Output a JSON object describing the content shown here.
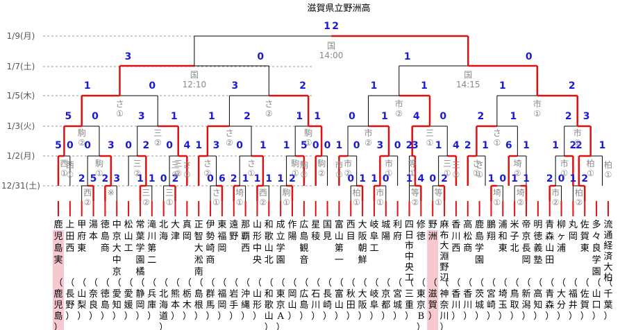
{
  "title": "滋賀県立野洲高",
  "colors": {
    "win": "#e01010",
    "line": "#000000",
    "score": "#1a1ad6",
    "highlight": "#f6c8d0",
    "dash": "#9a9a9a"
  },
  "dates": [
    "1/9(月)",
    "1/7(土)",
    "1/5(木)",
    "1/3(火)",
    "1/2(月)",
    "12/31(土)"
  ],
  "final": {
    "score": [
      "1",
      "2"
    ],
    "venue": "国",
    "time": "14:00"
  },
  "semis": [
    {
      "score": [
        "3",
        "0"
      ],
      "venue": "国",
      "time": "12:10"
    },
    {
      "score": [
        "1",
        "0"
      ],
      "venue": "国",
      "time": "14:15"
    }
  ],
  "quarters": [
    {
      "score": [
        "1",
        "0"
      ],
      "venue": "さ",
      "num": "①"
    },
    {
      "score": [
        "3",
        "2"
      ],
      "venue": "さ",
      "num": "②"
    },
    {
      "score": [
        "1",
        "1"
      ],
      "venue": "市",
      "num": "②"
    },
    {
      "score": [
        "1",
        "2"
      ],
      "venue": "市",
      "num": "①"
    }
  ],
  "r16": [
    {
      "score": [
        "5",
        "0"
      ],
      "venue": "駒",
      "num": "②"
    },
    {
      "score": [
        "3",
        "1"
      ],
      "venue": "三",
      "num": "②"
    },
    {
      "score": [
        "1",
        "2"
      ],
      "venue": "さ",
      "num": "②"
    },
    {
      "score": [
        "1",
        "1"
      ],
      "venue": "駒",
      "num": "①"
    },
    {
      "score": [
        "0",
        "1"
      ],
      "venue": "市",
      "num": "②"
    },
    {
      "score": [
        "4",
        "0"
      ],
      "venue": "三",
      "num": "①"
    },
    {
      "score": [
        "2",
        "1"
      ],
      "venue": "さ",
      "num": "①"
    },
    {
      "score": [
        "2",
        "3"
      ],
      "venue": "市",
      "num": "①"
    }
  ],
  "r2": [
    {
      "score": [
        "5",
        "0"
      ],
      "venue": "西",
      "num": "①"
    },
    {
      "score": [
        "0",
        "3"
      ],
      "venue": "駒",
      "num": "①"
    },
    {
      "score": [
        "0",
        "2"
      ],
      "venue": "三",
      "num": "②"
    },
    {
      "score": [
        "0",
        "4"
      ],
      "venue": "三",
      "num": "②"
    },
    {
      "score": [
        "1",
        "3"
      ],
      "venue": "さ",
      "num": "②"
    },
    {
      "score": [
        "0",
        "1"
      ],
      "venue": "さ",
      "num": "①"
    },
    {
      "score": [
        "1",
        "5"
      ],
      "venue": "駒",
      "num": "①"
    },
    {
      "score": [
        "0",
        "0"
      ],
      "venue": "駒",
      "num": "②"
    },
    {
      "score": [
        "1",
        "0"
      ],
      "venue": "市",
      "num": "②"
    },
    {
      "score": [
        "3",
        "0"
      ],
      "venue": "市",
      "num": "①"
    },
    {
      "score": [
        "2",
        "3"
      ],
      "venue": "等",
      "num": "①"
    },
    {
      "score": [
        "1",
        "4"
      ],
      "venue": "三",
      "num": "①"
    },
    {
      "score": [
        "2",
        "1"
      ],
      "venue": "さ",
      "num": "①"
    },
    {
      "score": [
        "6",
        "1"
      ],
      "venue": "埼",
      "num": "②"
    },
    {
      "score": [
        "1",
        "2"
      ],
      "venue": "市",
      "num": "①"
    },
    {
      "score": [
        "2",
        "1"
      ],
      "venue": "柏",
      "num": "①"
    }
  ],
  "r1": [
    {
      "score": [
        "2",
        "5"
      ],
      "venue": "西",
      "num": "②"
    },
    {
      "score": [
        "2",
        "3"
      ],
      "venue": "※",
      "num": ""
    },
    {
      "score": [
        "1",
        "1"
      ],
      "venue": "三",
      "num": "②"
    },
    {
      "score": [
        "0",
        "2"
      ],
      "venue": "三",
      "num": "①"
    },
    {
      "score": [
        "0",
        "6"
      ],
      "venue": "さ",
      "num": "①"
    },
    {
      "score": [
        "2",
        "1"
      ],
      "venue": "埼",
      "num": "①"
    },
    {
      "score": [
        "1",
        "1"
      ],
      "venue": "西",
      "num": "②"
    },
    {
      "score": [
        "1",
        "2"
      ],
      "venue": "駒",
      "num": "①"
    },
    {
      "score": [
        "0",
        "1"
      ],
      "venue": "柏",
      "num": "①"
    },
    {
      "score": [
        "1",
        "0"
      ],
      "venue": "市",
      "num": "①"
    },
    {
      "score": [
        "1",
        "4"
      ],
      "venue": "等",
      "num": "②"
    },
    {
      "score": [
        "0",
        "2"
      ],
      "venue": "等",
      "num": "①"
    },
    {
      "score": [
        "1",
        "0"
      ],
      "venue": "埼",
      "num": "①"
    },
    {
      "score": [
        "1",
        "1"
      ],
      "venue": "埼",
      "num": "②"
    },
    {
      "score": [
        "2",
        "0"
      ],
      "venue": "市",
      "num": "②"
    },
    {
      "score": [
        "1",
        "2"
      ],
      "venue": "柏",
      "num": "②"
    }
  ],
  "byes": [
    {
      "venue": "三",
      "num": "②"
    },
    {
      "venue": "さ",
      "num": "②"
    },
    {
      "venue": "駒",
      "num": "②"
    },
    {
      "venue": "市",
      "num": "②"
    },
    {
      "venue": "三",
      "num": "②"
    },
    {
      "venue": "さ",
      "num": "①"
    },
    {
      "venue": "西",
      "num": "①"
    },
    {
      "venue": "柏",
      "num": "①"
    }
  ],
  "teams": [
    {
      "name": "鹿児島実",
      "pref": "鹿児島",
      "highlight": true
    },
    {
      "name": "上田西",
      "pref": "長野"
    },
    {
      "name": "甲府東",
      "pref": "山梨"
    },
    {
      "name": "湯本",
      "pref": "奈良"
    },
    {
      "name": "徳島商",
      "pref": "徳島"
    },
    {
      "name": "中京大中京",
      "pref": "愛知"
    },
    {
      "name": "松山工",
      "pref": "愛媛"
    },
    {
      "name": "常葉学園橘",
      "pref": "静岡"
    },
    {
      "name": "滝川第二",
      "pref": "兵庫"
    },
    {
      "name": "北海",
      "pref": "北海道"
    },
    {
      "name": "大津",
      "pref": "熊本"
    },
    {
      "name": "真岡",
      "pref": "栃木"
    },
    {
      "name": "正智大淞南",
      "pref": "島根"
    },
    {
      "name": "伊勢崎商",
      "pref": "群馬"
    },
    {
      "name": "東福岡",
      "pref": "福岡"
    },
    {
      "name": "遠野",
      "pref": "岩手"
    },
    {
      "name": "那覇西",
      "pref": "沖縄"
    },
    {
      "name": "山形中央",
      "pref": "山形"
    },
    {
      "name": "和歌山北",
      "pref": "和歌山"
    },
    {
      "name": "成立学園",
      "pref": "東京A"
    },
    {
      "name": "作陽",
      "pref": "岡山"
    },
    {
      "name": "広島観音",
      "pref": "広島"
    },
    {
      "name": "星稜",
      "pref": "石川"
    },
    {
      "name": "国見",
      "pref": "長崎"
    },
    {
      "name": "富山第一",
      "pref": "富山"
    },
    {
      "name": "西目",
      "pref": "秋田"
    },
    {
      "name": "大阪朝鮮",
      "pref": "大阪"
    },
    {
      "name": "岐阜工",
      "pref": "岐阜"
    },
    {
      "name": "城陽",
      "pref": "京都"
    },
    {
      "name": "利府",
      "pref": "宮城"
    },
    {
      "name": "四日市中央工",
      "pref": "三重"
    },
    {
      "name": "修徳",
      "pref": "東京B"
    },
    {
      "name": "野洲",
      "pref": "滋賀",
      "highlight": true
    },
    {
      "name": "麻布大淵野辺",
      "pref": "神奈川"
    },
    {
      "name": "香川西",
      "pref": "香川"
    },
    {
      "name": "高松商",
      "pref": "香川"
    },
    {
      "name": "鹿島学園",
      "pref": "茨城"
    },
    {
      "name": "鵬翔",
      "pref": "宮崎"
    },
    {
      "name": "浦和東",
      "pref": "埼玉"
    },
    {
      "name": "米子北",
      "pref": "鳥取"
    },
    {
      "name": "帝京長岡",
      "pref": "新潟"
    },
    {
      "name": "明徳義塾",
      "pref": "高知"
    },
    {
      "name": "青森山田",
      "pref": "青森"
    },
    {
      "name": "柳ヶ浦",
      "pref": "大分"
    },
    {
      "name": "丸岡",
      "pref": "福井"
    },
    {
      "name": "佐賀東",
      "pref": "佐賀"
    },
    {
      "name": "多々良学園",
      "pref": "山口"
    },
    {
      "name": "流通経済大柏",
      "pref": "千葉"
    }
  ]
}
